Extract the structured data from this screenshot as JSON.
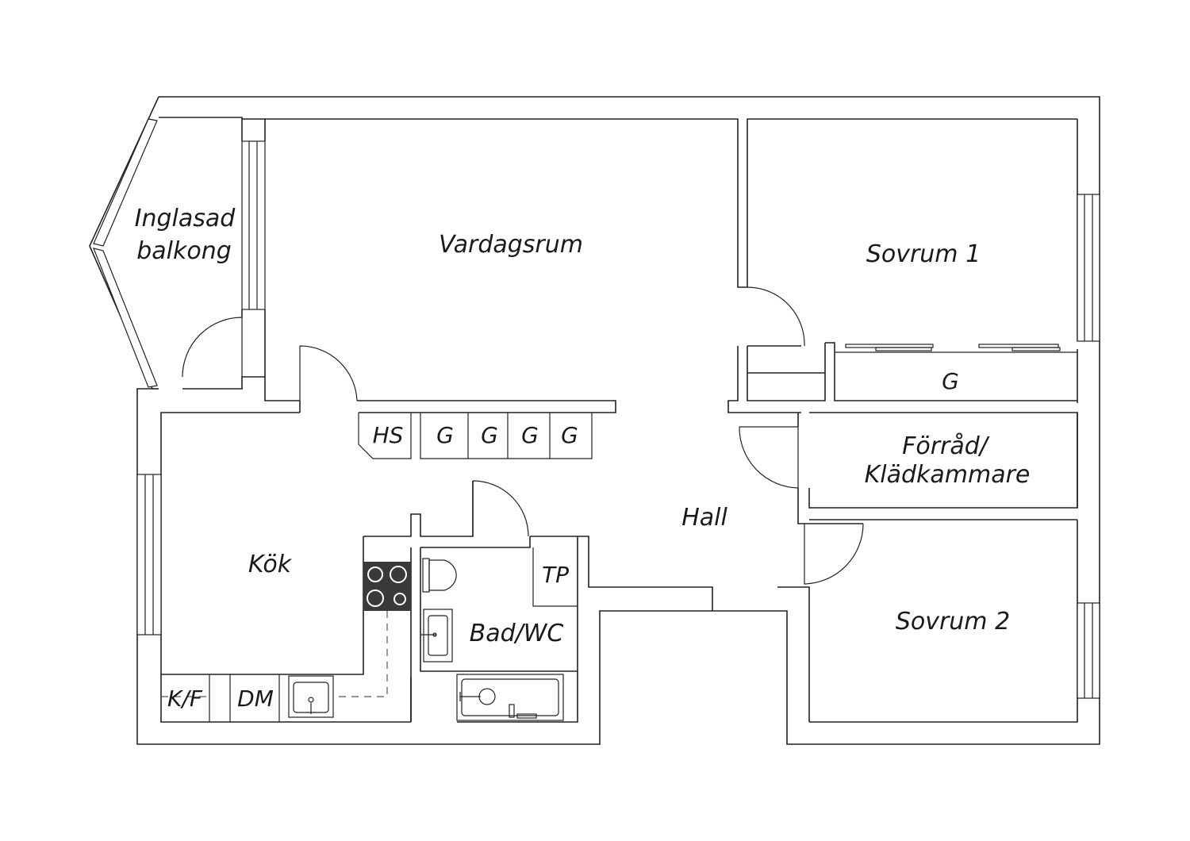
{
  "rooms": {
    "balcony_line1": "Inglasad",
    "balcony_line2": "balkong",
    "living": "Vardagsrum",
    "bedroom1": "Sovrum 1",
    "bedroom2": "Sovrum 2",
    "kitchen": "Kök",
    "hall": "Hall",
    "bath": "Bad/WC",
    "storage_line1": "Förråd/",
    "storage_line2": "Klädkammare"
  },
  "fixtures": {
    "hs": "HS",
    "wardrobe": "G",
    "tp": "TP",
    "kf": "K/F",
    "dm": "DM"
  },
  "colors": {
    "line": "#222222",
    "stove": "#3a3a3a"
  }
}
